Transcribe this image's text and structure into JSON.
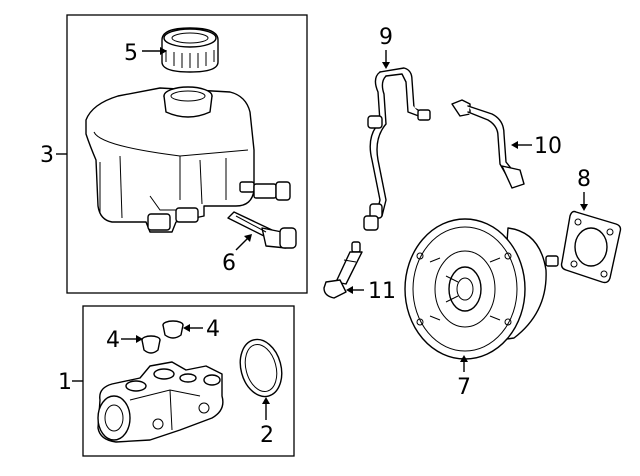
{
  "callouts": {
    "c1": "1",
    "c2": "2",
    "c3": "3",
    "c4a": "4",
    "c4b": "4",
    "c5": "5",
    "c6": "6",
    "c7": "7",
    "c8": "8",
    "c9": "9",
    "c10": "10",
    "c11": "11"
  },
  "icons": {
    "reservoir": "brake-fluid-reservoir-icon",
    "cap": "reservoir-cap-icon",
    "sensor": "fluid-level-sensor-icon",
    "master_cylinder": "master-cylinder-icon",
    "seal_ring": "o-ring-seal-icon",
    "grommets": "reservoir-grommet-icon",
    "booster": "brake-booster-icon",
    "gasket": "booster-gasket-icon",
    "vacuum_hose": "vacuum-hose-icon",
    "check_valve": "check-valve-hose-icon",
    "sensor_hose": "vacuum-sensor-icon"
  }
}
